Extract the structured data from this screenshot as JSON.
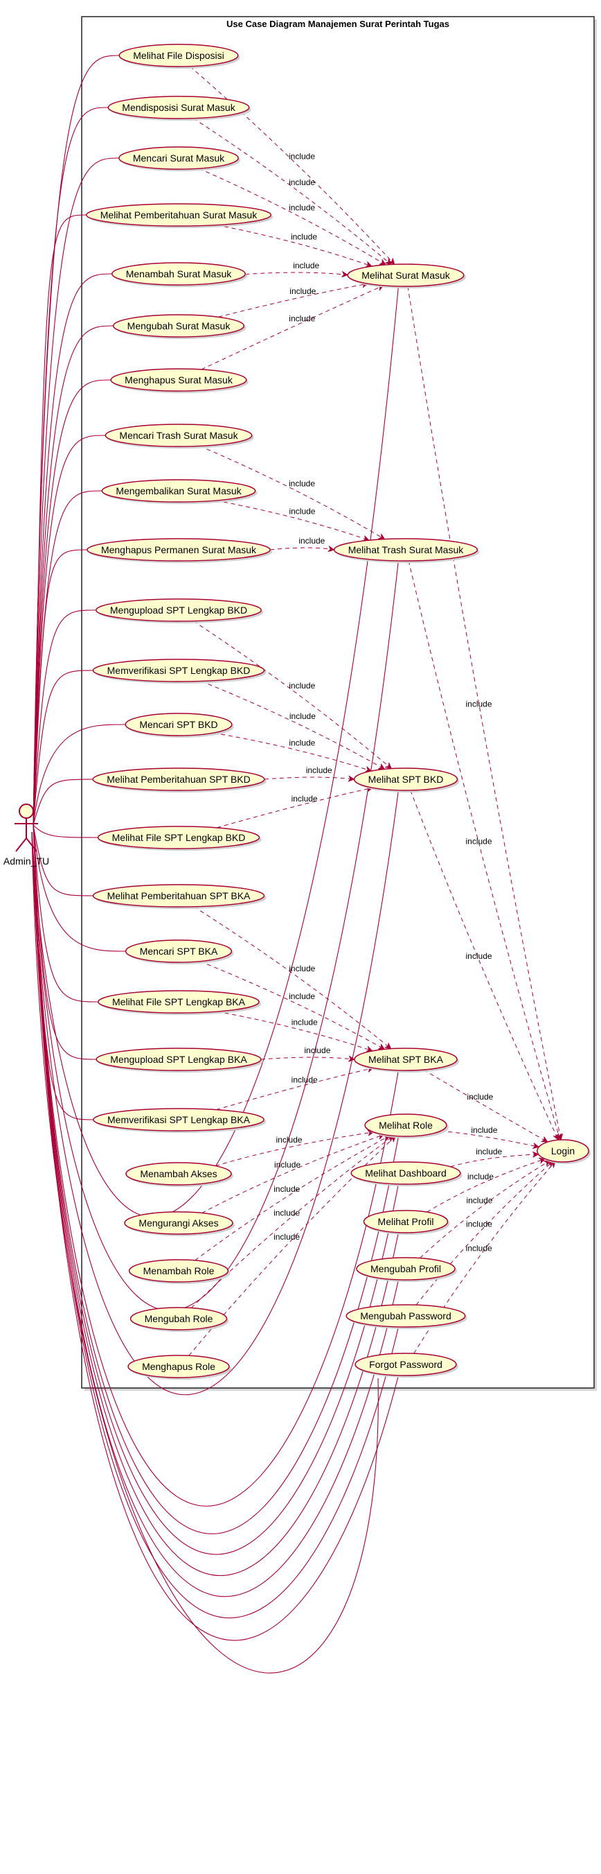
{
  "diagram": {
    "title": "Use Case Diagram Manajemen Surat Perintah Tugas",
    "actor": {
      "label": "Admin_TU"
    },
    "relation_label": "include",
    "colors": {
      "usecase_fill": "#FEFECE",
      "usecase_stroke": "#A80036",
      "line": "#A80036",
      "text": "#000000",
      "boundary_stroke": "#000000",
      "background": "#FFFFFF"
    },
    "use_cases": {
      "lfd": "Melihat File Disposisi",
      "msm": "Mendisposisi Surat Masuk",
      "csm": "Mencari Surat Masuk",
      "lpsm": "Melihat Pemberitahuan Surat Masuk",
      "tsm": "Menambah Surat Masuk",
      "usm": "Mengubah Surat Masuk",
      "hsm": "Menghapus Surat Masuk",
      "ctsm": "Mencari Trash Surat Masuk",
      "ksm": "Mengembalikan Surat Masuk",
      "hpsm": "Menghapus Permanen Surat Masuk",
      "ulbkd": "Mengupload SPT Lengkap BKD",
      "vlbkd": "Memverifikasi SPT Lengkap BKD",
      "cbkd": "Mencari SPT BKD",
      "pbkd": "Melihat Pemberitahuan SPT BKD",
      "flbkd": "Melihat File SPT Lengkap BKD",
      "pbka": "Melihat Pemberitahuan SPT BKA",
      "cbka": "Mencari SPT BKA",
      "flbka": "Melihat File SPT Lengkap BKA",
      "ulbka": "Mengupload SPT Lengkap BKA",
      "vlbka": "Memverifikasi SPT Lengkap BKA",
      "ta": "Menambah Akses",
      "ka": "Mengurangi Akses",
      "tr": "Menambah Role",
      "ur": "Mengubah Role",
      "hr": "Menghapus Role",
      "lsm": "Melihat Surat Masuk",
      "ltsm": "Melihat Trash Surat Masuk",
      "lbkd": "Melihat SPT BKD",
      "lbka": "Melihat SPT BKA",
      "lr": "Melihat Role",
      "ld": "Melihat Dashboard",
      "lp": "Melihat Profil",
      "up": "Mengubah Profil",
      "upw": "Mengubah Password",
      "fp": "Forgot Password",
      "login": "Login"
    },
    "includes": [
      [
        "lfd",
        "lsm"
      ],
      [
        "msm",
        "lsm"
      ],
      [
        "csm",
        "lsm"
      ],
      [
        "lpsm",
        "lsm"
      ],
      [
        "tsm",
        "lsm"
      ],
      [
        "usm",
        "lsm"
      ],
      [
        "hsm",
        "lsm"
      ],
      [
        "ctsm",
        "ltsm"
      ],
      [
        "ksm",
        "ltsm"
      ],
      [
        "hpsm",
        "ltsm"
      ],
      [
        "ulbkd",
        "lbkd"
      ],
      [
        "vlbkd",
        "lbkd"
      ],
      [
        "cbkd",
        "lbkd"
      ],
      [
        "pbkd",
        "lbkd"
      ],
      [
        "flbkd",
        "lbkd"
      ],
      [
        "pbka",
        "lbka"
      ],
      [
        "cbka",
        "lbka"
      ],
      [
        "flbka",
        "lbka"
      ],
      [
        "ulbka",
        "lbka"
      ],
      [
        "vlbka",
        "lbka"
      ],
      [
        "ta",
        "lr"
      ],
      [
        "ka",
        "lr"
      ],
      [
        "tr",
        "lr"
      ],
      [
        "ur",
        "lr"
      ],
      [
        "hr",
        "lr"
      ],
      [
        "lsm",
        "login"
      ],
      [
        "ltsm",
        "login"
      ],
      [
        "lbkd",
        "login"
      ],
      [
        "lbka",
        "login"
      ],
      [
        "lr",
        "login"
      ],
      [
        "ld",
        "login"
      ],
      [
        "lp",
        "login"
      ],
      [
        "up",
        "login"
      ],
      [
        "upw",
        "login"
      ],
      [
        "fp",
        "login"
      ]
    ],
    "associations": [
      "lfd",
      "msm",
      "csm",
      "lpsm",
      "tsm",
      "usm",
      "hsm",
      "ctsm",
      "ksm",
      "hpsm",
      "ulbkd",
      "vlbkd",
      "cbkd",
      "pbkd",
      "flbkd",
      "pbka",
      "cbka",
      "flbka",
      "ulbka",
      "vlbka",
      "lsm",
      "ltsm",
      "lbkd",
      "lbka",
      "lr",
      "ld",
      "lp",
      "up",
      "upw",
      "fp",
      "login"
    ]
  }
}
